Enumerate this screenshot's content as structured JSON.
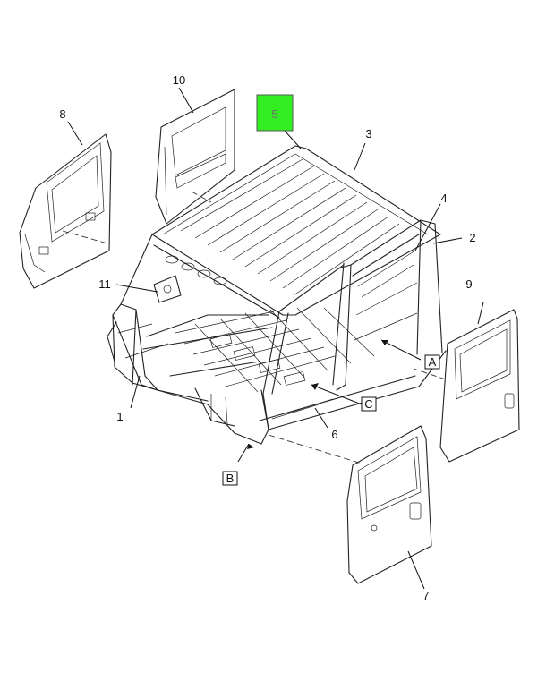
{
  "callouts": {
    "c1": "1",
    "c2": "2",
    "c3": "3",
    "c4": "4",
    "c5": "5",
    "c6": "6",
    "c7": "7",
    "c8": "8",
    "c9": "9",
    "c10": "10",
    "c11": "11"
  },
  "view_labels": {
    "a": "A",
    "b": "B",
    "c": "C"
  },
  "colors": {
    "highlight": "#33ee22",
    "line": "#222222"
  }
}
